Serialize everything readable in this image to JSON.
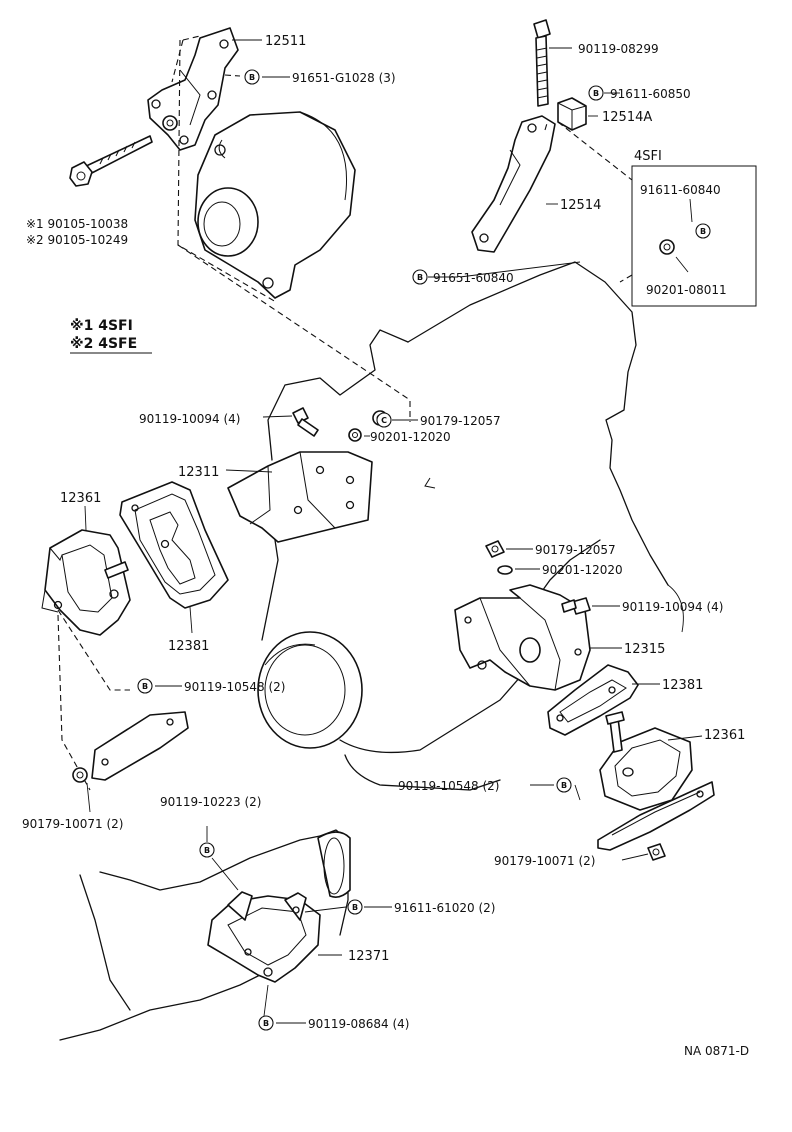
{
  "labels": {
    "p12511": "12511",
    "p91651_g1028": "91651-G1028 (3)",
    "p90119_08299": "90119-08299",
    "p91611_60850": "91611-60850",
    "p12514a": "12514A",
    "g4sfi": "4SFI",
    "p91611_60840": "91611-60840",
    "p12514": "12514",
    "p90201_08011": "90201-08011",
    "p91651_60840": "91651-60840",
    "note1": "※1 90105-10038",
    "note2": "※2 90105-10249",
    "legend1": "※1 4SFI",
    "legend2": "※2 4SFE",
    "p90119_10094_l": "90119-10094 (4)",
    "p90179_12057_u": "90179-12057",
    "p90201_12020_u": "90201-12020",
    "p12311": "12311",
    "p12361_l": "12361",
    "p12381_l": "12381",
    "p90179_12057_r": "90179-12057",
    "p90201_12020_r": "90201-12020",
    "p90119_10094_r": "90119-10094 (4)",
    "p12315": "12315",
    "p12381_r": "12381",
    "p12361_r": "12361",
    "p90119_10548_l": "90119-10548 (2)",
    "p90119_10548_r": "90119-10548 (2)",
    "p90179_10071_l": "90179-10071 (2)",
    "p90179_10071_r": "90179-10071 (2)",
    "p90119_10223": "90119-10223 (2)",
    "p91611_61020": "91611-61020 (2)",
    "p12371": "12371",
    "p90119_08684": "90119-08684 (4)",
    "code": "NA 0871-D"
  },
  "bolt_marker": "B",
  "nut_marker": "C"
}
